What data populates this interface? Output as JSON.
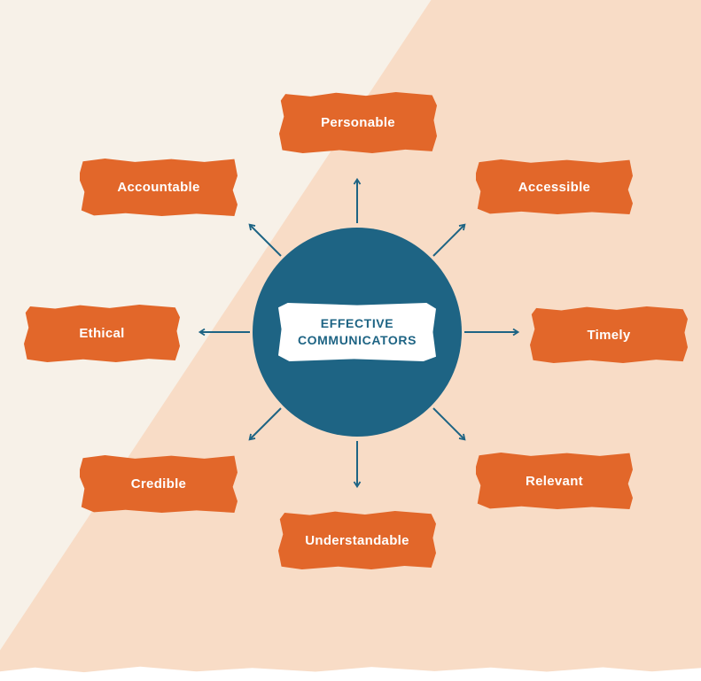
{
  "diagram": {
    "center": {
      "title": "EFFECTIVE COMMUNICATORS"
    },
    "nodes": [
      {
        "id": "personable",
        "label": "Personable"
      },
      {
        "id": "accessible",
        "label": "Accessible"
      },
      {
        "id": "timely",
        "label": "Timely"
      },
      {
        "id": "relevant",
        "label": "Relevant"
      },
      {
        "id": "understandable",
        "label": "Understandable"
      },
      {
        "id": "credible",
        "label": "Credible"
      },
      {
        "id": "ethical",
        "label": "Ethical"
      },
      {
        "id": "accountable",
        "label": "Accountable"
      }
    ],
    "colors": {
      "orange": "#e2672a",
      "teal": "#1e6484",
      "cream": "#f7f1e8",
      "peach": "#f8dcc6",
      "white": "#ffffff"
    }
  }
}
